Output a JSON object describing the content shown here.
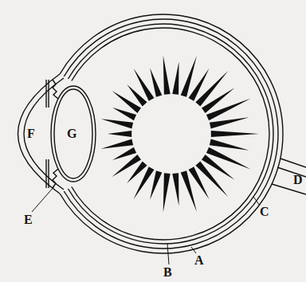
{
  "diagram": {
    "labels": [
      "F",
      "G",
      "E",
      "B",
      "A",
      "C",
      "D"
    ]
  }
}
